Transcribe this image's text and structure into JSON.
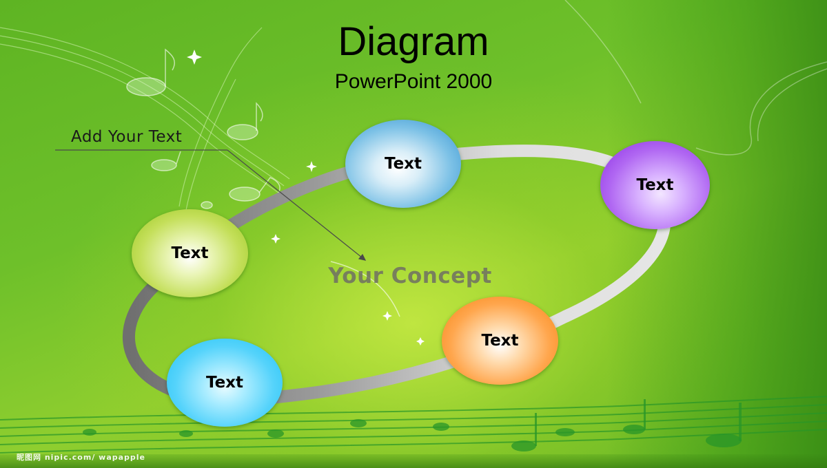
{
  "slide": {
    "title": "Diagram",
    "subtitle": "PowerPoint 2000",
    "callout_text": "Add Your Text",
    "center_label": "Your Concept",
    "watermark": "昵图网 nipic.com/ wapapple"
  },
  "nodes": [
    {
      "label": "Text",
      "color": "#2f8fcf"
    },
    {
      "label": "Text",
      "color": "#8a2be2"
    },
    {
      "label": "Text",
      "color": "#98c51e"
    },
    {
      "label": "Text",
      "color": "#f5820f"
    },
    {
      "label": "Text",
      "color": "#1ec1f5"
    }
  ],
  "colors": {
    "background": "#6ec02a",
    "ring": "#d8d8d8",
    "ring_shadow": "#7a7a7a",
    "title_text": "#000000",
    "center_label": "#6e6e64"
  },
  "icons": [
    "music-notes-decoration",
    "sparkle-icon",
    "callout-arrow"
  ]
}
